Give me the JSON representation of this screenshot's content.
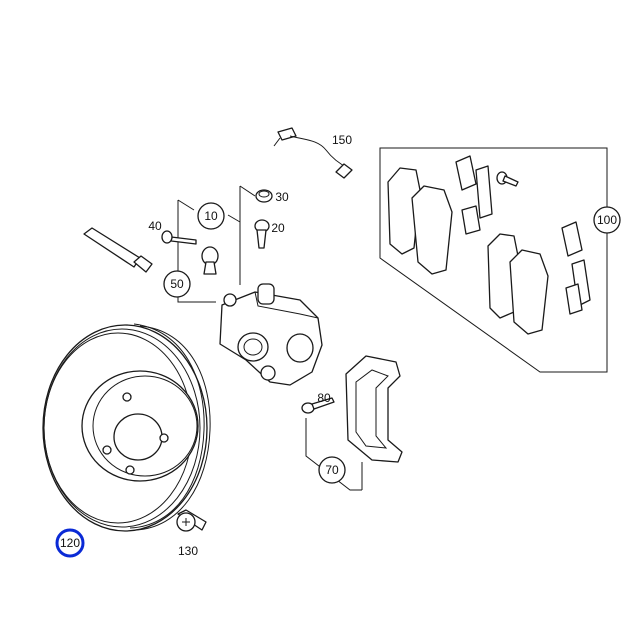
{
  "callouts": {
    "c10": "10",
    "c20": "20",
    "c30": "30",
    "c40": "40",
    "c50": "50",
    "c70": "70",
    "c80": "80",
    "c100": "100",
    "c120": "120",
    "c130": "130",
    "c150": "150"
  },
  "highlight": {
    "part": "120",
    "color": "#0a2ad6"
  }
}
